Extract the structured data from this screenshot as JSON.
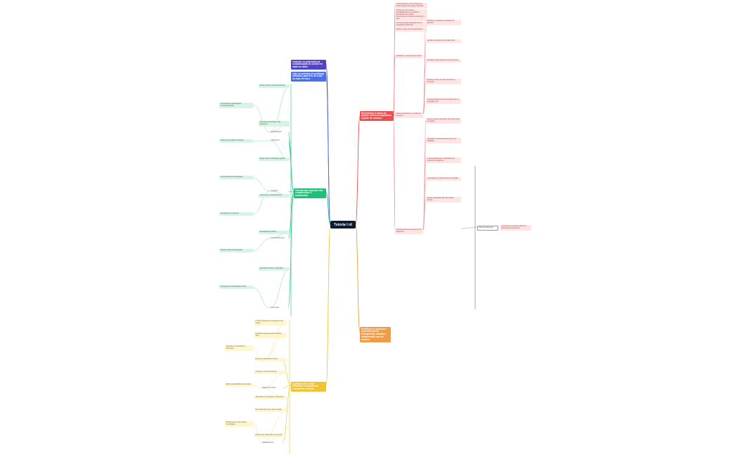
{
  "map": {
    "central": "Tutoria I rd",
    "main_topics": [
      {
        "id": "m1",
        "label": "entender os potenciais de contaminação do ouvido em cada um deles",
        "color": "#5145c6"
      },
      {
        "id": "m2",
        "label": "citar os métodos de profilaxia utilizados para fins de evitar os mais de risco",
        "color": "#4a6fe8"
      },
      {
        "id": "m3",
        "label": "Caracterizar aspectos das complicações e tratamentos",
        "color": "#1fbf7a"
      },
      {
        "id": "m4",
        "label": "Reconhecer a busca de ajustes médico-terapêuticos a partir do residual",
        "color": "#ef4f4f"
      },
      {
        "id": "m5",
        "label": "Identificar as doenças e os processos de transgressão afetados, relacionando com as ouvidas",
        "color": "#ef9c4a"
      },
      {
        "id": "m6",
        "label": "Analisar como a HIV influencia os padrões de resposta de ouvidas",
        "color": "#f1c232"
      }
    ],
    "red_nodes": [
      "A infecção pode ocorrer através de contato direto com sangue infectado.",
      "Fatores de risco incluem compartilhamento de agulhas e transfusões não triadas.",
      "Procedimentos invasivos aumentam o risco.",
      "Uso de proteção adequada reduz a exposição ocupacional.",
      "Avaliar a carga viral periodicamente.",
      "Monitorar a resposta imunológica do paciente.",
      "Adesão ao tratamento é fundamental.",
      "Identificar efeitos adversos precocemente.",
      "Realizar exames de rotina conforme o protocolo.",
      "A terapia antirretroviral combinada reduz a replicação viral.",
      "Ajustes de dose dependem da função renal e hepática.",
      "Interações medicamentosas devem ser avaliadas.",
      "O acompanhamento multiprofissional melhora os desfechos.",
      "A educação em saúde favorece a adesão.",
      "Registro adequado das informações clínicas."
    ],
    "red_hubs": [
      "Avaliação e monitoramento clínico",
      "Ajustes terapêuticos e revisão do esquema",
      "Acompanhamento do paciente em tratamento"
    ],
    "green_nodes": [
      "Sinais clínicos iniciais da infecção.",
      "Complicações associadas à imunossupressão.",
      "Infecções oportunistas mais frequentes.",
      "Tratamento profilático indicado.",
      "Manejo das complicações agudas.",
      "Acompanhamento laboratorial.",
      "Critérios de encaminhamento.",
      "Orientações ao paciente.",
      "Reavaliação periódica.",
      "Suporte nutricional adequado.",
      "Vacinação conforme calendário.",
      "Prevenção de transmissão vertical."
    ],
    "green_hubs": [
      "Complicações",
      "Tratamento",
      "Profilaxia",
      "Acompanhamento",
      "Prevenção"
    ],
    "yellow_nodes": [
      "O HIV compromete a resposta imune celular.",
      "Redução progressiva dos linfócitos CD4.",
      "Alteração na produção de anticorpos.",
      "Resposta inflamatória crônica.",
      "Impacto na resposta vacinal.",
      "Maior suscetibilidade a infecções.",
      "Alterações na resposta ao tratamento.",
      "Reconstituição imune após terapia.",
      "Monitoramento da resposta imunológica.",
      "Fatores que influenciam a resposta."
    ],
    "yellow_hubs": [
      "Resposta imune",
      "Efeitos da terapia",
      "Monitoramento"
    ],
    "side_note": "Nota de referência",
    "side_detail": "Considerar os aspectos clínicos e laboratoriais do paciente."
  }
}
